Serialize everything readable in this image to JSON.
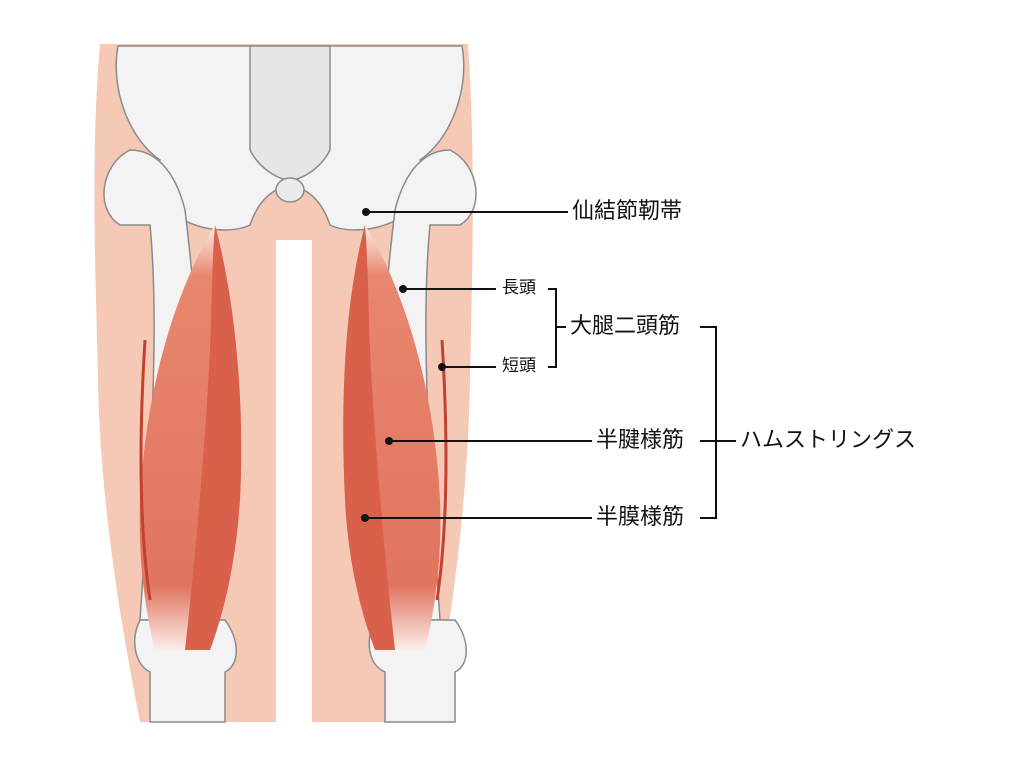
{
  "labels": {
    "sacrotuberous_ligament": "仙結節靭帯",
    "long_head": "長頭",
    "short_head": "短頭",
    "biceps_femoris": "大腿二頭筋",
    "semitendinosus": "半腱様筋",
    "semimembranosus": "半膜様筋",
    "hamstrings": "ハムストリングス"
  },
  "colors": {
    "skin": "#f6c9b6",
    "bone": "#f2f2f2",
    "bone_outline": "#8a8a8a",
    "muscle": "#e0705a",
    "muscle_dark": "#c2412f",
    "tendon": "#fbeeea",
    "leader_line": "#111111"
  }
}
